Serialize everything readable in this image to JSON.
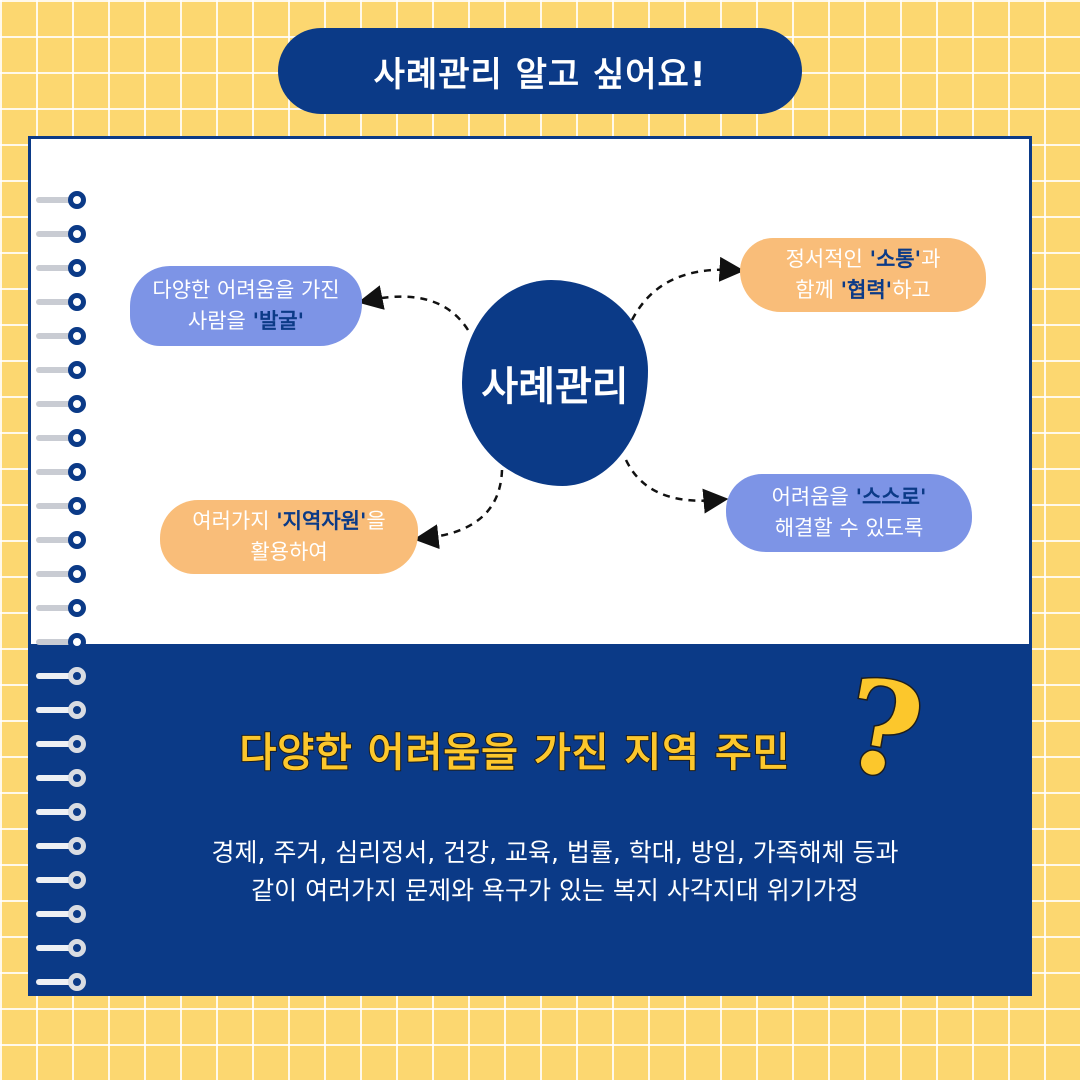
{
  "header": {
    "title": "사례관리 알고 싶어요!"
  },
  "mindmap": {
    "center": "사례관리",
    "items": [
      {
        "line1": "다양한 어려움을 가진",
        "pre": "사람을 ",
        "em": "'발굴'",
        "post": ""
      },
      {
        "pre": "정서적인 ",
        "em": "'소통'",
        "post": "과",
        "pre2": "함께 ",
        "em2": "'협력'",
        "post2": "하고"
      },
      {
        "pre": "여러가지 ",
        "em": "'지역자원'",
        "post": "을",
        "line2": "활용하여"
      },
      {
        "pre": "어려움을 ",
        "em": "'스스로'",
        "post": "",
        "line2": "해결할 수 있도록"
      }
    ]
  },
  "info": {
    "headline": "다양한 어려움을 가진 지역 주민",
    "qmark": "?",
    "line1": "경제, 주거, 심리정서, 건강, 교육, 법률, 학대, 방임, 가족해체 등과",
    "line2": "같이 여러가지 문제와 욕구가 있는 복지 사각지대 위기가정"
  },
  "colors": {
    "navy": "#0b3a87",
    "yellow": "#fcd770",
    "bubble_blue": "#7d94e6",
    "bubble_orange": "#f9bd79",
    "headline": "#fcc72c"
  }
}
